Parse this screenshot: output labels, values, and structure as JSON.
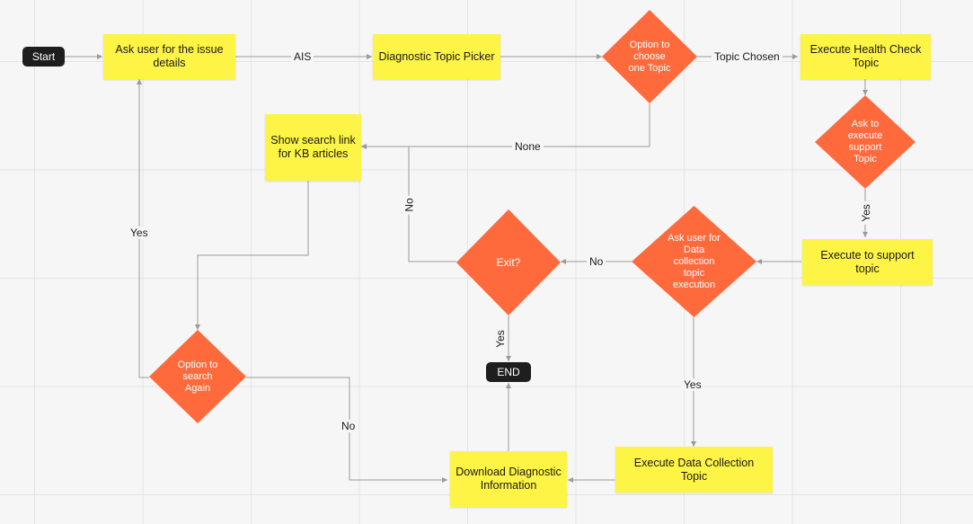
{
  "colors": {
    "sticky": "#fef445",
    "diamond": "#ff6a3d",
    "terminal": "#1e1e1e",
    "connector": "#9a9a9a",
    "background": "#f6f6f6"
  },
  "nodes": {
    "start": "Start",
    "ask_user": "Ask user for the issue details",
    "topic_picker": "Diagnostic Topic Picker",
    "choose_topic": "Option to choose one Topic",
    "health_check": "Execute Health Check Topic",
    "ask_support": "Ask to execute support Topic",
    "kb_link": "Show search link for KB articles",
    "exit": "Exit?",
    "ask_data": "Ask user for Data collection topic execution",
    "support_topic": "Execute to support topic",
    "search_again": "Option to search Again",
    "end": "END",
    "download": "Download Diagnostic Information",
    "data_collection": "Execute Data Collection Topic"
  },
  "edges": {
    "ais": "AIS",
    "topic_chosen": "Topic Chosen",
    "none": "None",
    "no_kb": "No",
    "yes_support": "Yes",
    "no_exit": "No",
    "yes_search": "Yes",
    "yes_end": "Yes",
    "yes_data": "Yes",
    "no_search": "No"
  }
}
